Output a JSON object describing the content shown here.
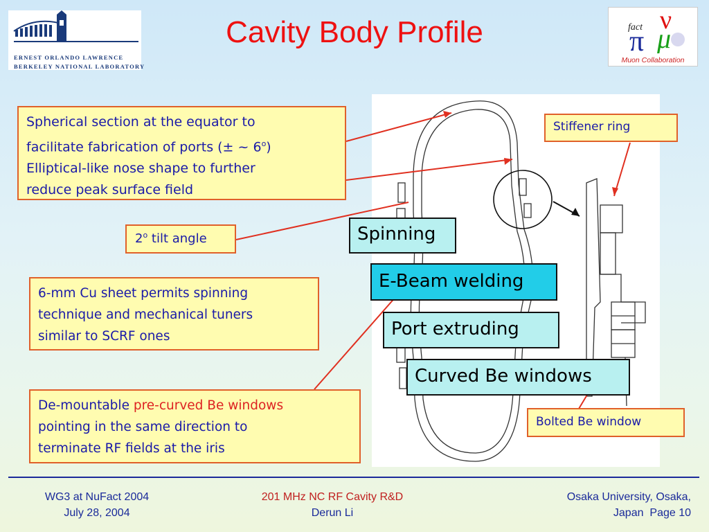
{
  "title": "Cavity Body Profile",
  "logos": {
    "lbnl_line1": "Ernest Orlando Lawrence",
    "lbnl_line2": "Berkeley National Laboratory",
    "nufact_caption": "Muon Collaboration"
  },
  "callouts": {
    "spherical_line1": "Spherical section at the equator to",
    "spherical_line2": "facilitate fabrication of ports (± ~ 6",
    "spherical_line2_sup": "o",
    "spherical_line2_end": ")",
    "spherical_line3": "Elliptical-like nose shape to further",
    "spherical_line4": "reduce peak surface field",
    "tilt_num": "2",
    "tilt_sup": "o",
    "tilt_text": " tilt angle",
    "cu_line1": "6-mm Cu sheet permits spinning",
    "cu_line2": "technique and mechanical tuners",
    "cu_line3": "similar to SCRF ones",
    "demount_prefix": "De-mountable ",
    "demount_highlight": "pre-curved Be windows",
    "demount_line2": "pointing in the same direction to",
    "demount_line3": "terminate RF fields at the iris",
    "stiffener": "Stiffener ring",
    "bolted": "Bolted Be window"
  },
  "process_labels": {
    "spinning": "Spinning",
    "ebeam": "E-Beam welding",
    "port": "Port extruding",
    "windows": "Curved Be windows"
  },
  "footer": {
    "left_line1": "WG3 at NuFact 2004",
    "left_line2": "July 28, 2004",
    "center_line1": "201 MHz NC RF Cavity R&D",
    "center_line2": "Derun Li",
    "right_line1": "Osaka University, Osaka,",
    "right_line2": "Japan",
    "page": "Page 10"
  },
  "colors": {
    "title": "#ee1111",
    "callout_text": "#1a1aa8",
    "callout_border": "#e0602a",
    "callout_fill": "#fffcb0",
    "ebeam_fill": "#22cde8",
    "process_fill": "#b8f0f0"
  }
}
